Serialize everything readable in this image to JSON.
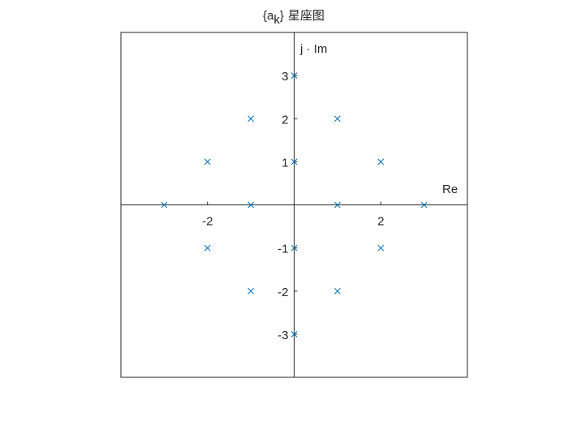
{
  "chart_data": {
    "type": "scatter",
    "title": {
      "prefix": "{a",
      "subscript": "k",
      "suffix": "}",
      "cjk": "星座图"
    },
    "xlabel": "Re",
    "ylabel": "j · Im",
    "xlim": [
      -4,
      4
    ],
    "ylim": [
      -4,
      4
    ],
    "x_ticks": [
      {
        "value": -2,
        "label": "-2"
      },
      {
        "value": 2,
        "label": "2"
      }
    ],
    "y_ticks": [
      {
        "value": 3,
        "label": "3"
      },
      {
        "value": 2,
        "label": "2"
      },
      {
        "value": 1,
        "label": "1"
      },
      {
        "value": -1,
        "label": "-1"
      },
      {
        "value": -2,
        "label": "-2"
      },
      {
        "value": -3,
        "label": "-3"
      }
    ],
    "grid": false,
    "marker": "x",
    "marker_color": "#0072BD",
    "points": [
      {
        "x": 0,
        "y": 3
      },
      {
        "x": -1,
        "y": 2
      },
      {
        "x": 1,
        "y": 2
      },
      {
        "x": -2,
        "y": 1
      },
      {
        "x": 0,
        "y": 1
      },
      {
        "x": 2,
        "y": 1
      },
      {
        "x": -3,
        "y": 0
      },
      {
        "x": -1,
        "y": 0
      },
      {
        "x": 1,
        "y": 0
      },
      {
        "x": 3,
        "y": 0
      },
      {
        "x": -2,
        "y": -1
      },
      {
        "x": 0,
        "y": -1
      },
      {
        "x": 2,
        "y": -1
      },
      {
        "x": -1,
        "y": -2
      },
      {
        "x": 1,
        "y": -2
      },
      {
        "x": 0,
        "y": -3
      }
    ]
  }
}
